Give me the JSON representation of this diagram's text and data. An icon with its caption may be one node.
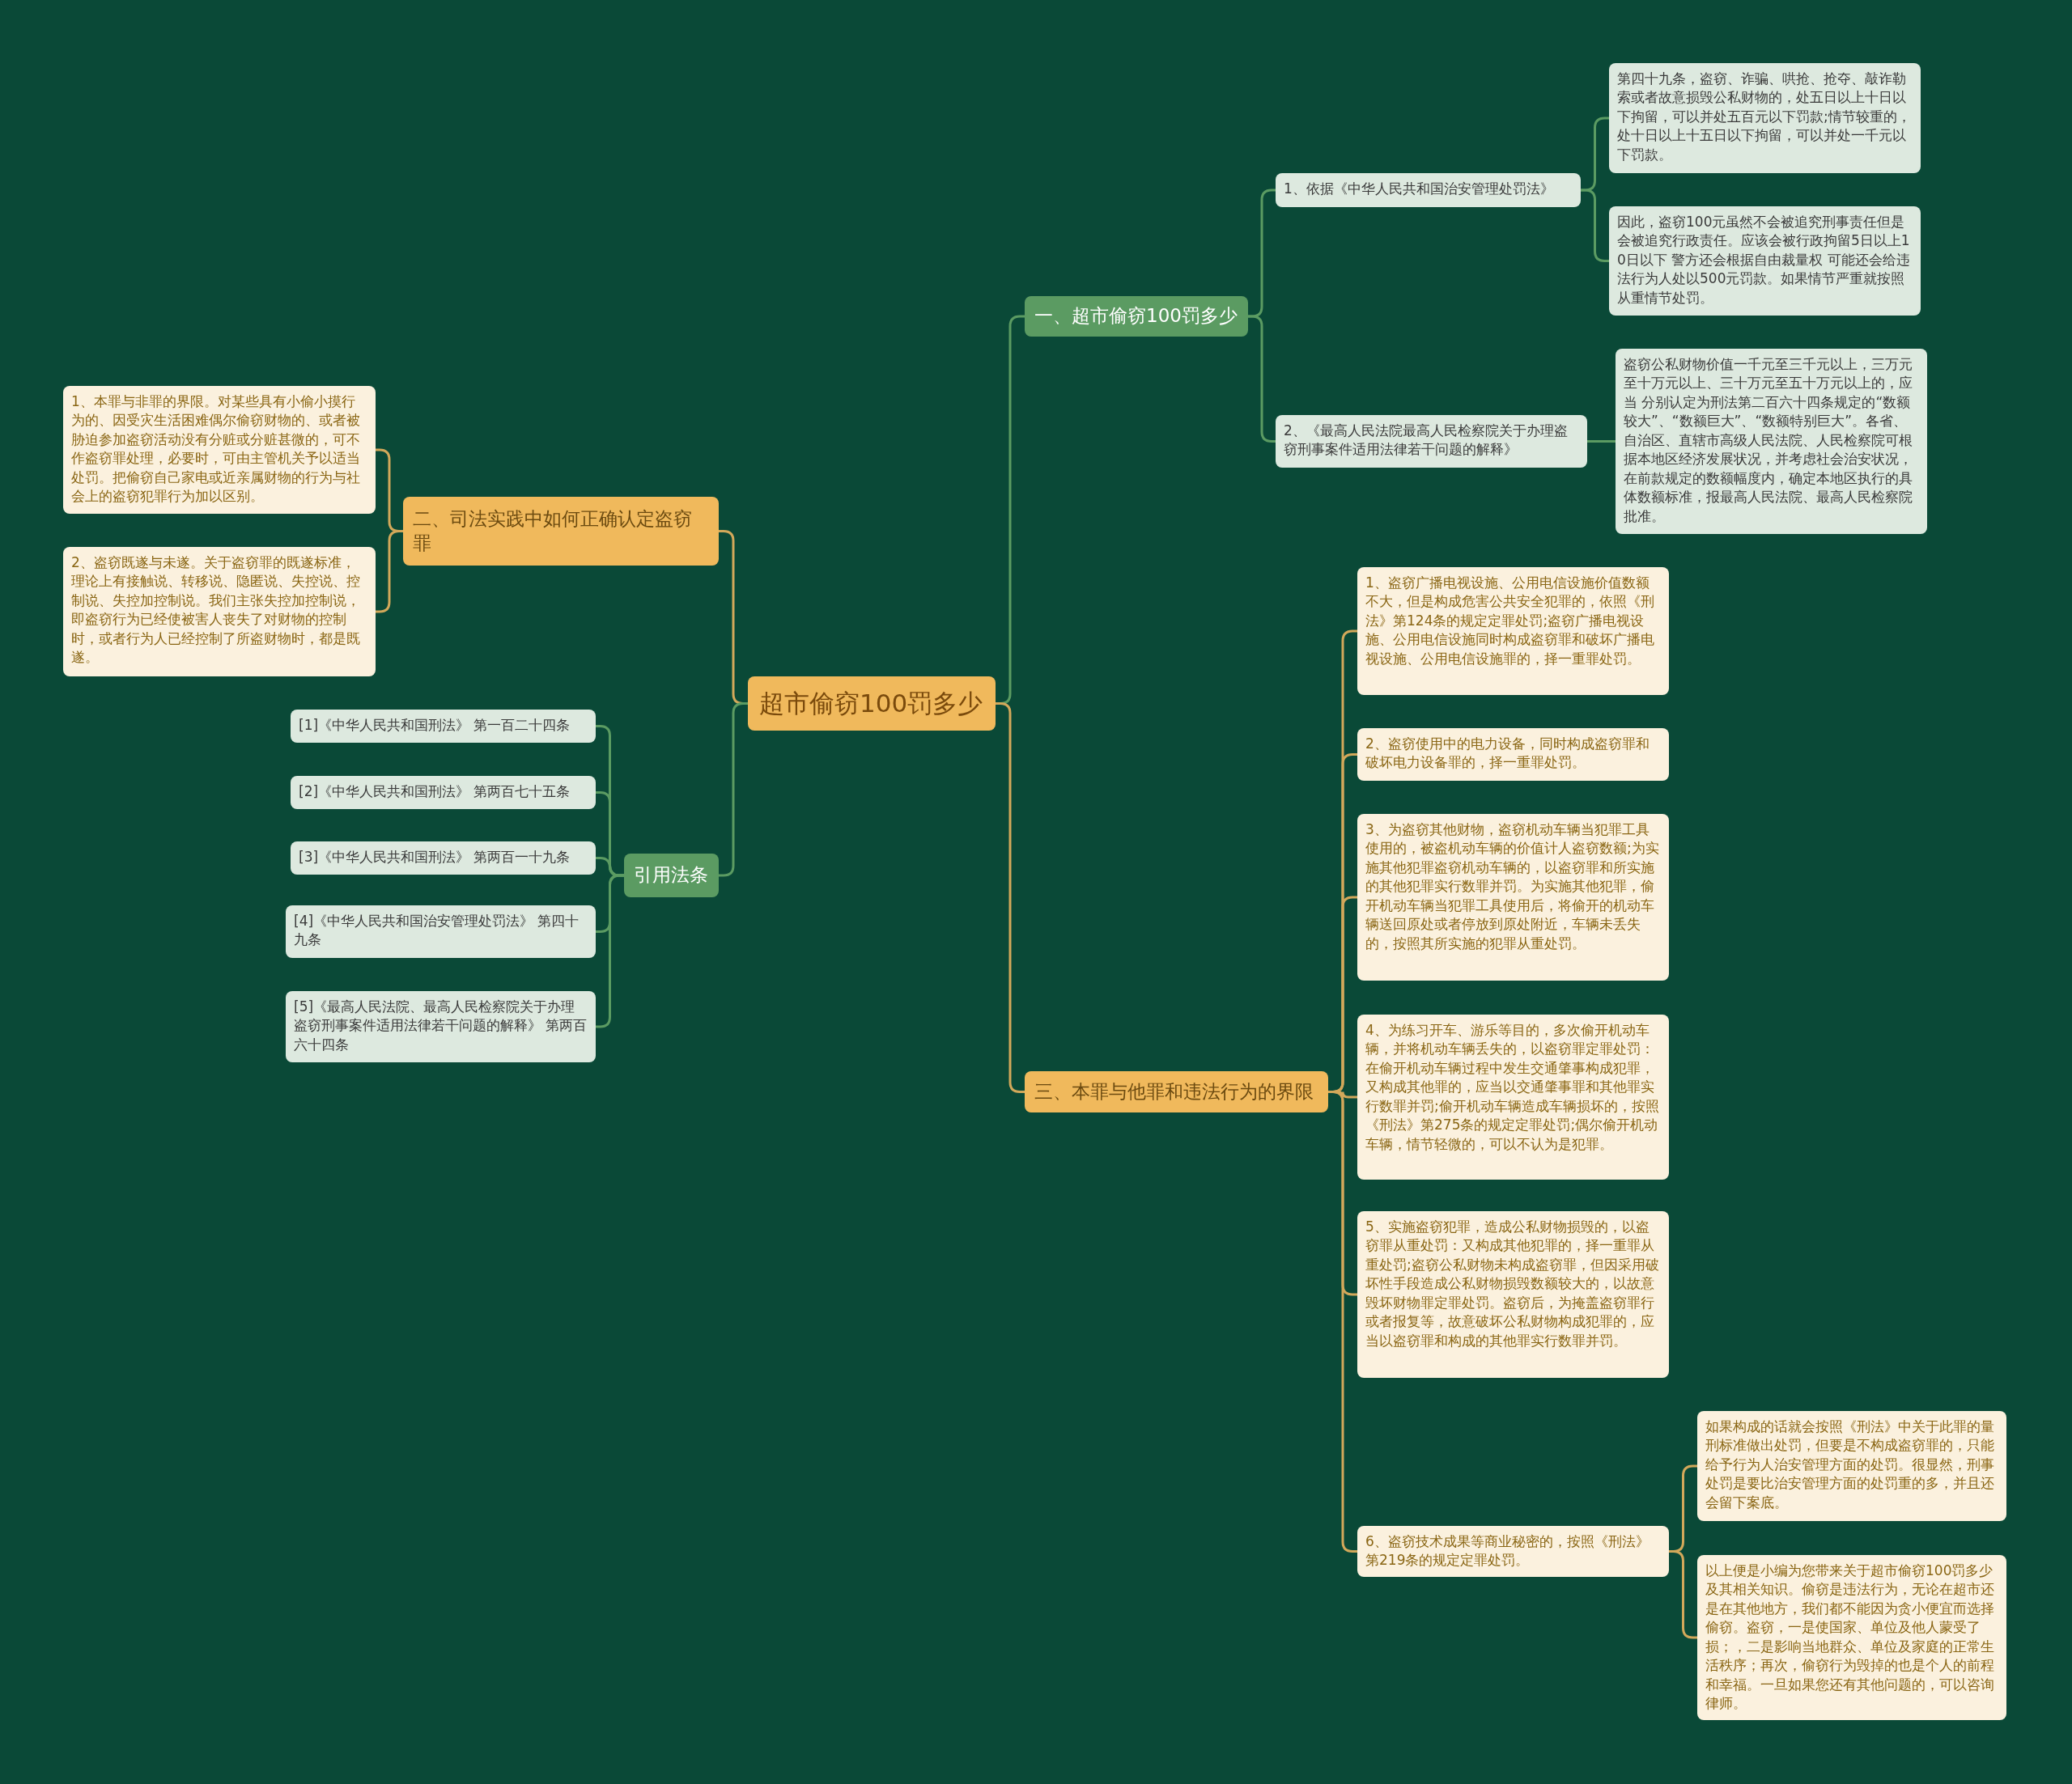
{
  "diagram": {
    "nodes": [
      {
        "text": [
          "超市偷窃100罚多少"
        ]
      },
      {
        "text": [
          "一、超市偷窃100罚多少"
        ]
      },
      {
        "text": [
          "1、依据《中华人民共和国治安管理处罚法》"
        ]
      },
      {
        "text": [
          "第四十九条，盗窃、诈骗、哄抢、抢夺、敲诈勒索或者故意损毁公私财物的，处五日以上十日以下拘留，可以并处五百元以下罚款;情节较重的，处十日以上十五日以下拘留，可以并处一千元以下罚款。"
        ]
      },
      {
        "text": [
          "因此，盗窃100元虽然不会被追究刑事责任但是会被追究行政责任。应该会被行政拘留5日以上10日以下 警方还会根据自由裁量权 可能还会给违法行为人处以500元罚款。如果情节严重就按照从重情节处罚。"
        ]
      },
      {
        "text": [
          "2、《最高人民法院最高人民检察院关于办理盗窃刑事案件适用法律若干问题的解释》"
        ]
      },
      {
        "text": [
          "盗窃公私财物价值一千元至三千元以上，三万元至十万元以上、三十万元至五十万元以上的，应当 分别认定为刑法第二百六十四条规定的“数额较大”、“数额巨大”、“数额特别巨大”。各省、自治区、直辖市高级人民法院、人民检察院可根据本地区经济发展状况，并考虑社会治安状况，在前款规定的数额幅度内，确定本地区执行的具体数额标准，报最高人民法院、最高人民检察院批准。"
        ]
      },
      {
        "text": [
          "二、司法实践中如何正确认定盗窃罪"
        ]
      },
      {
        "text": [
          "1、本罪与非罪的界限。对某些具有小偷小摸行为的、因受灾生活困难偶尔偷窃财物的、或者被胁迫参加盗窃活动没有分赃或分赃甚微的，可不作盗窃罪处理，必要时，可由主管机关予以适当处罚。把偷窃自己家电或近亲属财物的行为与社会上的盗窃犯罪行为加以区别。"
        ]
      },
      {
        "text": [
          "2、盗窃既遂与未遂。关于盗窃罪的既遂标准，理论上有接触说、转移说、隐匿说、失控说、控制说、失控加控制说。我们主张失控加控制说，即盗窃行为已经使被害人丧失了对财物的控制时，或者行为人已经控制了所盗财物时，都是既遂。"
        ]
      },
      {
        "text": [
          "引用法条"
        ]
      },
      {
        "text": [
          "[1]《中华人民共和国刑法》 第一百二十四条"
        ]
      },
      {
        "text": [
          "[2]《中华人民共和国刑法》 第两百七十五条"
        ]
      },
      {
        "text": [
          "[3]《中华人民共和国刑法》 第两百一十九条"
        ]
      },
      {
        "text": [
          "[4]《中华人民共和国治安管理处罚法》 第四十九条"
        ]
      },
      {
        "text": [
          "[5]《最高人民法院、最高人民检察院关于办理盗窃刑事案件适用法律若干问题的解释》 第两百六十四条"
        ]
      },
      {
        "text": [
          "三、本罪与他罪和违法行为的界限"
        ]
      },
      {
        "text": [
          "1、盗窃广播电视设施、公用电信设施价值数额不大，但是构成危害公共安全犯罪的，依照《刑法》第124条的规定定罪处罚;盗窃广播电视设施、公用电信设施同时构成盗窃罪和破坏广播电视设施、公用电信设施罪的，择一重罪处罚。"
        ]
      },
      {
        "text": [
          "2、盗窃使用中的电力设备，同时构成盗窃罪和破坏电力设备罪的，择一重罪处罚。"
        ]
      },
      {
        "text": [
          "3、为盗窃其他财物，盗窃机动车辆当犯罪工具使用的，被盗机动车辆的价值计人盗窃数额;为实施其他犯罪盗窃机动车辆的，以盗窃罪和所实施的其他犯罪实行数罪并罚。为实施其他犯罪，偷开机动车辆当犯罪工具使用后，将偷开的机动车辆送回原处或者停放到原处附近，车辆未丢失的，按照其所实施的犯罪从重处罚。"
        ]
      },
      {
        "text": [
          "4、为练习开车、游乐等目的，多次偷开机动车辆，并将机动车辆丢失的，以盗窃罪定罪处罚：在偷开机动车辆过程中发生交通肇事构成犯罪，又构成其他罪的，应当以交通肇事罪和其他罪实行数罪并罚;偷开机动车辆造成车辆损坏的，按照《刑法》第275条的规定定罪处罚;偶尔偷开机动车辆，情节轻微的，可以不认为是犯罪。"
        ]
      },
      {
        "text": [
          "5、实施盗窃犯罪，造成公私财物损毁的，以盗窃罪从重处罚：又构成其他犯罪的，择一重罪从重处罚;盗窃公私财物未构成盗窃罪，但因采用破坏性手段造成公私财物损毁数额较大的，以故意毁坏财物罪定罪处罚。盗窃后，为掩盖盗窃罪行或者报复等，故意破坏公私财物构成犯罪的，应当以盗窃罪和构成的其他罪实行数罪并罚。"
        ]
      },
      {
        "text": [
          "6、盗窃技术成果等商业秘密的，按照《刑法》第219条的规定定罪处罚。"
        ]
      },
      {
        "text": [
          "如果构成的话就会按照《刑法》中关于此罪的量刑标准做出处罚，但要是不构成盗窃罪的，只能给予行为人治安管理方面的处罚。很显然，刑事处罚是要比治安管理方面的处罚重的多，并且还会留下案底。"
        ]
      },
      {
        "text": [
          "以上便是小编为您带来关于超市偷窃100罚多少及其相关知识。偷窃是违法行为，无论在超市还是在其他地方，我们都不能因为贪小便宜而选择偷窃。盗窃，一是使国家、单位及他人蒙受了损；，二是影响当地群众、单位及家庭的正常生活秩序；再次，偷窃行为毁掉的也是个人的前程和幸福。一旦如果您还有其他问题的，可以咨询律师。"
        ]
      }
    ],
    "edges": [
      {
        "from": 0,
        "to": 1,
        "arrow": "none",
        "color": "#5b9b62"
      },
      {
        "from": 1,
        "to": 2,
        "arrow": "none",
        "color": "#5b9b62"
      },
      {
        "from": 2,
        "to": 3,
        "arrow": "none",
        "color": "#5b9b62"
      },
      {
        "from": 2,
        "to": 4,
        "arrow": "none",
        "color": "#5b9b62"
      },
      {
        "from": 1,
        "to": 5,
        "arrow": "none",
        "color": "#5b9b62"
      },
      {
        "from": 5,
        "to": 6,
        "arrow": "none",
        "color": "#5b9b62"
      },
      {
        "from": 0,
        "to": 7,
        "arrow": "none",
        "color": "#d2a85a"
      },
      {
        "from": 7,
        "to": 8,
        "arrow": "none",
        "color": "#d2a85a"
      },
      {
        "from": 7,
        "to": 9,
        "arrow": "none",
        "color": "#d2a85a"
      },
      {
        "from": 0,
        "to": 10,
        "arrow": "none",
        "color": "#5b9b62"
      },
      {
        "from": 10,
        "to": 11,
        "arrow": "none",
        "color": "#5b9b62"
      },
      {
        "from": 10,
        "to": 12,
        "arrow": "none",
        "color": "#5b9b62"
      },
      {
        "from": 10,
        "to": 13,
        "arrow": "none",
        "color": "#5b9b62"
      },
      {
        "from": 10,
        "to": 14,
        "arrow": "none",
        "color": "#5b9b62"
      },
      {
        "from": 10,
        "to": 15,
        "arrow": "none",
        "color": "#5b9b62"
      },
      {
        "from": 0,
        "to": 16,
        "arrow": "none",
        "color": "#d2a85a"
      },
      {
        "from": 16,
        "to": 17,
        "arrow": "none",
        "color": "#d2a85a"
      },
      {
        "from": 16,
        "to": 18,
        "arrow": "none",
        "color": "#d2a85a"
      },
      {
        "from": 16,
        "to": 19,
        "arrow": "none",
        "color": "#d2a85a"
      },
      {
        "from": 16,
        "to": 20,
        "arrow": "none",
        "color": "#d2a85a"
      },
      {
        "from": 16,
        "to": 21,
        "arrow": "none",
        "color": "#d2a85a"
      },
      {
        "from": 16,
        "to": 22,
        "arrow": "none",
        "color": "#d2a85a"
      },
      {
        "from": 22,
        "to": 23,
        "arrow": "none",
        "color": "#d2a85a"
      },
      {
        "from": 22,
        "to": 24,
        "arrow": "none",
        "color": "#d2a85a"
      }
    ]
  }
}
